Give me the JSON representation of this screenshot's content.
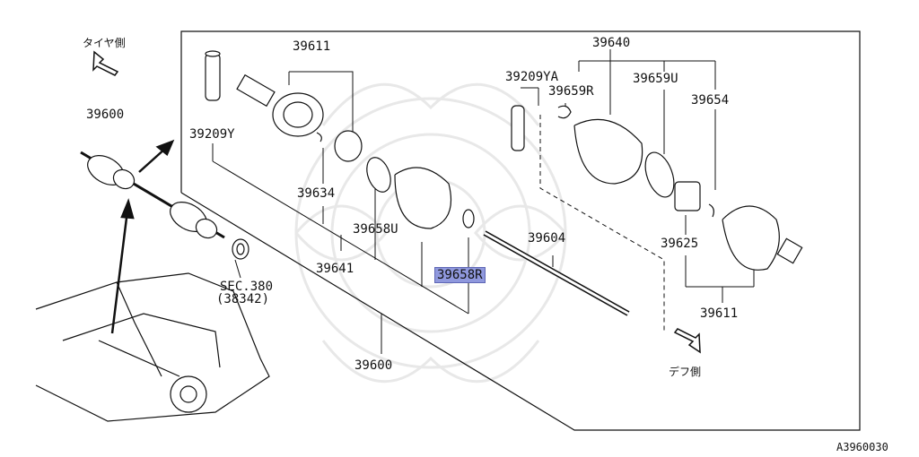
{
  "diagram": {
    "figure_code": "A3960030",
    "callouts": {
      "tire_side": "タイヤ側",
      "diff_side": "デフ側",
      "p39600_top": "39600",
      "p39600_bottom": "39600",
      "p39611_top": "39611",
      "p39611_bottom": "39611",
      "p39209Y": "39209Y",
      "p39634": "39634",
      "p39641": "39641",
      "p39658U": "39658U",
      "p39658R": "39658R",
      "p39604": "39604",
      "p39640": "39640",
      "p39209YA": "39209YA",
      "p39659R": "39659R",
      "p39659U": "39659U",
      "p39654": "39654",
      "p39625": "39625",
      "sec_ref": "SEC.380",
      "sec_sub": "(38342)"
    },
    "colors": {
      "line": "#111111",
      "highlight": "#8f98dd",
      "watermark": "#e6e6e6"
    }
  }
}
